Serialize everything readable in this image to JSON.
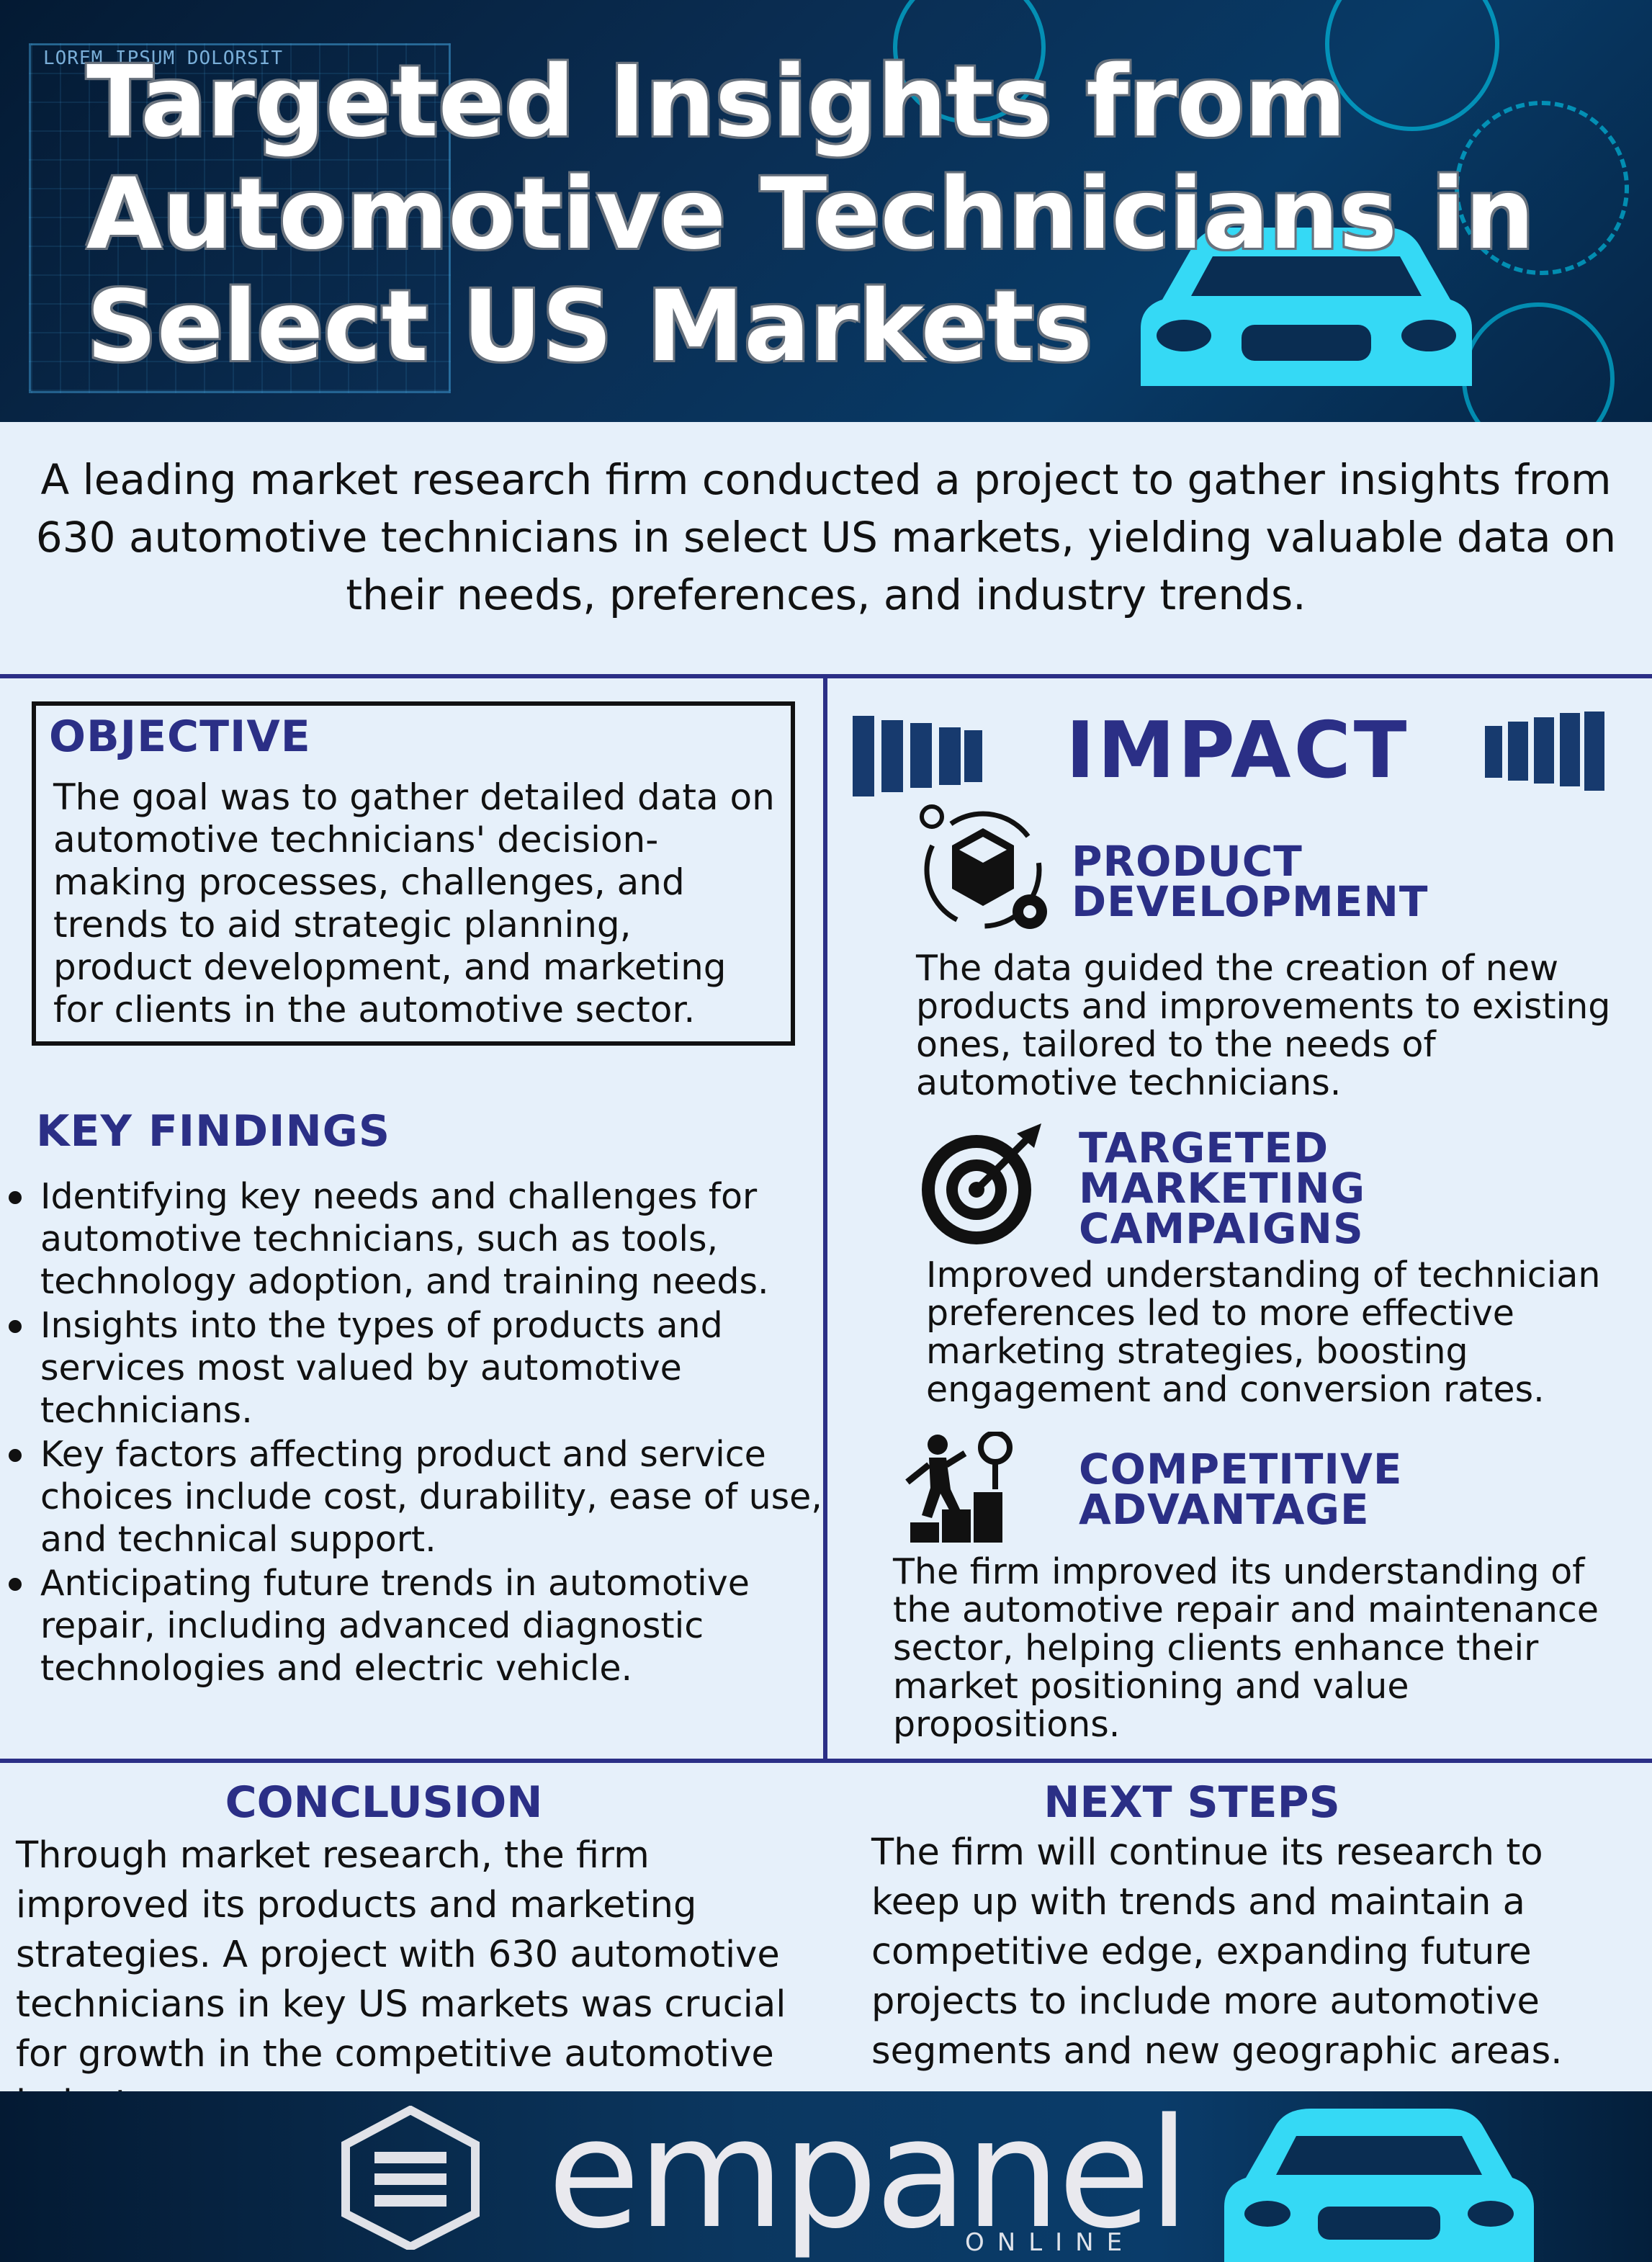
{
  "header": {
    "title": "Targeted Insights from Automotive Technicians in Select US Markets",
    "background_label": "LOREM IPSUM DOLORSIT"
  },
  "intro": {
    "text": "A leading market research firm conducted a project to gather insights from 630 automotive technicians in select US markets, yielding valuable data on their needs, preferences, and industry trends."
  },
  "objective": {
    "title": "OBJECTIVE",
    "text": "The goal was to gather detailed data on automotive technicians' decision-making processes, challenges, and trends to aid strategic planning, product development, and marketing for clients in the automotive sector."
  },
  "key_findings": {
    "title": "KEY FINDINGS",
    "items": [
      "Identifying key needs and challenges for automotive technicians, such as tools, technology adoption, and training needs.",
      "Insights into the types of products and services most valued by automotive technicians.",
      "Key factors affecting product and service choices include cost, durability, ease of use, and technical support.",
      "Anticipating future trends in automotive repair, including advanced diagnostic technologies and electric vehicle."
    ]
  },
  "impact": {
    "title": "IMPACT",
    "sections": [
      {
        "heading_lines": [
          "PRODUCT",
          "DEVELOPMENT"
        ],
        "text": "The data guided the creation of new products and improvements to existing ones, tailored to the needs of automotive technicians.",
        "icon": "product-cycle-icon"
      },
      {
        "heading_lines": [
          "TARGETED",
          "MARKETING",
          "CAMPAIGNS"
        ],
        "text": "Improved understanding of technician preferences led to more effective marketing strategies, boosting engagement and conversion rates.",
        "icon": "target-icon"
      },
      {
        "heading_lines": [
          "COMPETITIVE",
          "ADVANTAGE"
        ],
        "text": "The firm improved its understanding of the automotive repair and maintenance sector, helping clients enhance their market positioning and value propositions.",
        "icon": "podium-person-icon"
      }
    ]
  },
  "conclusion": {
    "title": "CONCLUSION",
    "text": "Through market research, the firm improved its products and marketing strategies. A project with 630 automotive technicians in key US markets was crucial for growth in the competitive automotive industry."
  },
  "next_steps": {
    "title": "NEXT STEPS",
    "text": "The firm will continue its research to keep up with trends and maintain a competitive edge, expanding future projects to include more automotive segments and new geographic areas."
  },
  "footer": {
    "brand": "empanel",
    "brand_sub": "ONLINE"
  },
  "colors": {
    "accent": "#2b2f86",
    "background": "#e6f0fa",
    "banner": "#0a2d52",
    "car_cyan": "#35d9f5"
  }
}
